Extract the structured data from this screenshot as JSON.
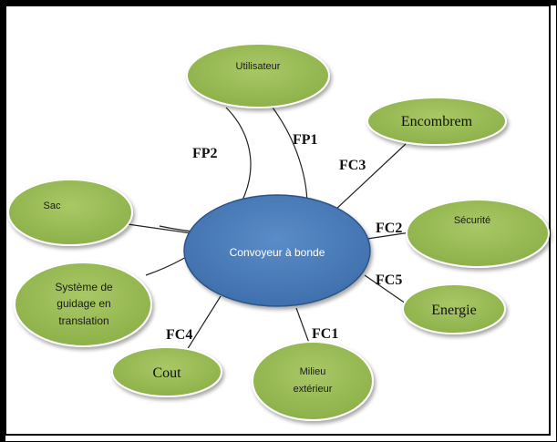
{
  "center": {
    "label": "Convoyeur à bonde",
    "color": "#4f81bd"
  },
  "nodes": {
    "utilisateur": {
      "label": "Utilisateur"
    },
    "encombrement": {
      "label": "Encombrem"
    },
    "sac": {
      "label": "Sac"
    },
    "securite": {
      "label": "Sécurité"
    },
    "systeme_1": {
      "label": "Système de"
    },
    "systeme_2": {
      "label": "guidage en"
    },
    "systeme_3": {
      "label": "translation"
    },
    "energie": {
      "label": "Energie"
    },
    "cout": {
      "label": "Cout"
    },
    "milieu_1": {
      "label": "Milieu"
    },
    "milieu_2": {
      "label": "extérieur"
    }
  },
  "functions": {
    "fp1": "FP1",
    "fp2": "FP2",
    "fc1": "FC1",
    "fc2": "FC2",
    "fc3": "FC3",
    "fc4": "FC4",
    "fc5": "FC5"
  },
  "colors": {
    "node_fill": "#9bbb59",
    "node_stroke": "#ffffff",
    "edge": "#222222"
  }
}
